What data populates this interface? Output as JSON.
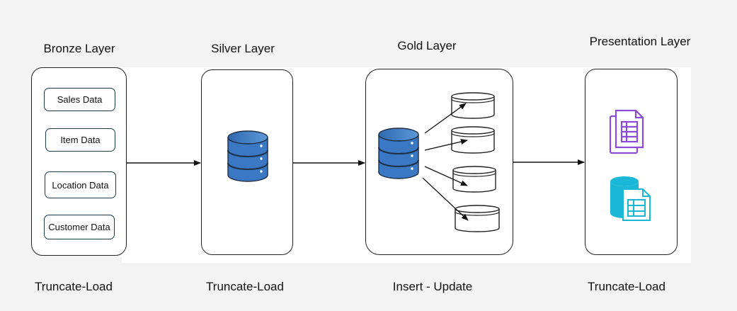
{
  "layers": [
    {
      "title": "Bronze Layer",
      "footer": "Truncate-Load"
    },
    {
      "title": "Silver Layer",
      "footer": "Truncate-Load"
    },
    {
      "title": "Gold Layer",
      "footer": "Insert - Update"
    },
    {
      "title": "Presentation Layer",
      "footer": "Truncate-Load"
    }
  ],
  "bronze_items": [
    "Sales Data",
    "Item Data",
    "Location Data",
    "Customer Data"
  ],
  "icons": {
    "database": "database-icon",
    "table": "table-icon",
    "report": "report-icon",
    "data_table": "data-table-icon"
  },
  "colors": {
    "database": "#3a78c4",
    "report": "#8a4bd6",
    "data_table": "#1ab7d6"
  }
}
